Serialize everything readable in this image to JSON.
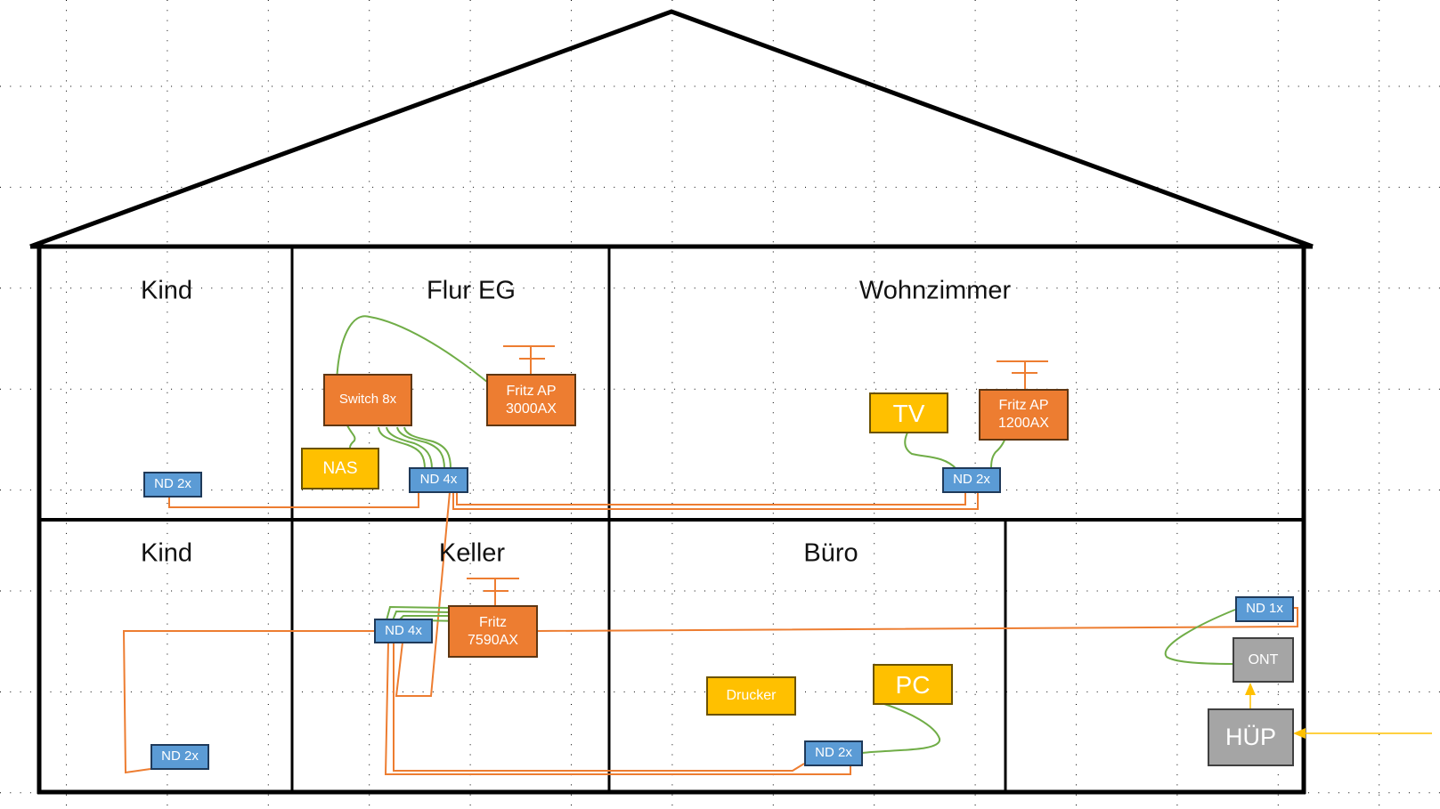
{
  "diagram": {
    "type": "home-network-floorplan",
    "colors": {
      "wall": "#000000",
      "grid_dots": "#000000",
      "router": "#ED7D31",
      "router_border": "#5E3612",
      "endpoint": "#FFC000",
      "endpoint_border": "#6B5200",
      "network_socket": "#5B9BD5",
      "network_socket_border": "#1F3A5A",
      "provider_device": "#A5A5A5",
      "provider_border": "#404040",
      "cable_installation": "#ED7D31",
      "cable_patch": "#70AD47",
      "fiber_feed": "#FFC000"
    },
    "rooms": [
      {
        "id": "kind-eg",
        "label": "Kind",
        "floor": "EG"
      },
      {
        "id": "flur-eg",
        "label": "Flur EG",
        "floor": "EG"
      },
      {
        "id": "wohnzimmer",
        "label": "Wohnzimmer",
        "floor": "EG"
      },
      {
        "id": "kind-ug",
        "label": "Kind",
        "floor": "UG"
      },
      {
        "id": "keller",
        "label": "Keller",
        "floor": "UG"
      },
      {
        "id": "buero",
        "label": "Büro",
        "floor": "UG"
      },
      {
        "id": "hausanschluss",
        "label": "",
        "floor": "UG"
      }
    ],
    "devices": {
      "switch8": {
        "label": "Switch 8x",
        "kind": "router"
      },
      "fritz_ap_3000": {
        "label": "Fritz AP\n3000AX",
        "kind": "router",
        "antenna": true
      },
      "nas": {
        "label": "NAS",
        "kind": "endpoint"
      },
      "nd4_eg": {
        "label": "ND 4x",
        "kind": "nd"
      },
      "nd2_kind_eg": {
        "label": "ND 2x",
        "kind": "nd"
      },
      "tv": {
        "label": "TV",
        "kind": "endpoint"
      },
      "fritz_ap_1200": {
        "label": "Fritz AP\n1200AX",
        "kind": "router",
        "antenna": true
      },
      "nd2_wohn": {
        "label": "ND 2x",
        "kind": "nd"
      },
      "nd4_keller": {
        "label": "ND 4x",
        "kind": "nd"
      },
      "fritz_7590": {
        "label": "Fritz\n7590AX",
        "kind": "router",
        "antenna": true
      },
      "nd2_kind_ug": {
        "label": "ND 2x",
        "kind": "nd"
      },
      "drucker": {
        "label": "Drucker",
        "kind": "endpoint"
      },
      "pc": {
        "label": "PC",
        "kind": "endpoint"
      },
      "nd2_buero": {
        "label": "ND 2x",
        "kind": "nd"
      },
      "nd1": {
        "label": "ND 1x",
        "kind": "nd"
      },
      "ont": {
        "label": "ONT",
        "kind": "grey"
      },
      "huep": {
        "label": "HÜP",
        "kind": "grey"
      }
    },
    "connections": [
      {
        "from": "switch8",
        "to": "fritz_ap_3000",
        "type": "patch"
      },
      {
        "from": "switch8",
        "to": "nas",
        "type": "patch"
      },
      {
        "from": "switch8",
        "to": "nd4_eg",
        "type": "patch",
        "count": 4
      },
      {
        "from": "tv",
        "to": "nd2_wohn",
        "type": "patch"
      },
      {
        "from": "fritz_ap_1200",
        "to": "nd2_wohn",
        "type": "patch"
      },
      {
        "from": "nd2_kind_eg",
        "to": "nd4_eg",
        "type": "installation"
      },
      {
        "from": "nd4_eg",
        "to": "nd2_wohn",
        "type": "installation",
        "count": 2
      },
      {
        "from": "nd4_eg",
        "to": "nd4_keller",
        "type": "installation"
      },
      {
        "from": "nd4_keller",
        "to": "fritz_7590",
        "type": "patch",
        "count": 4
      },
      {
        "from": "nd4_keller",
        "to": "nd2_kind_ug",
        "type": "installation"
      },
      {
        "from": "nd4_keller",
        "to": "nd2_buero",
        "type": "installation",
        "count": 2
      },
      {
        "from": "fritz_7590",
        "to": "nd1",
        "type": "installation"
      },
      {
        "from": "nd1",
        "to": "ont",
        "type": "patch"
      },
      {
        "from": "pc",
        "to": "nd2_buero",
        "type": "patch"
      },
      {
        "from": "huep",
        "to": "ont",
        "type": "fiber"
      },
      {
        "from": "external",
        "to": "huep",
        "type": "fiber"
      }
    ]
  }
}
